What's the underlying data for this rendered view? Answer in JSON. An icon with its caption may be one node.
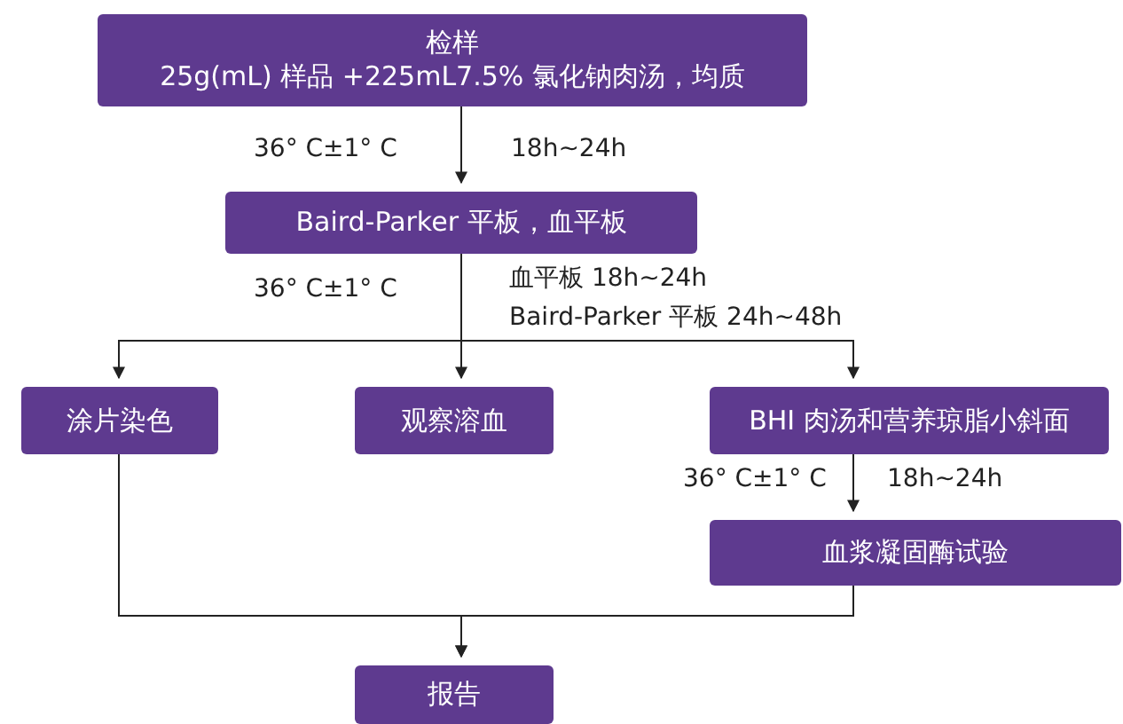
{
  "diagram": {
    "nodes": [
      {
        "text": [
          "检样",
          "25g(mL) 样品 +225mL7.5% 氯化钠肉汤，均质"
        ]
      },
      {
        "text": [
          "Baird-Parker 平板，血平板"
        ]
      },
      {
        "text": [
          "涂片染色"
        ]
      },
      {
        "text": [
          "观察溶血"
        ]
      },
      {
        "text": [
          "BHI 肉汤和营养琼脂小斜面"
        ]
      },
      {
        "text": [
          "血浆凝固酶试验"
        ]
      },
      {
        "text": [
          "报告"
        ]
      }
    ],
    "edges": [
      {
        "from": 0,
        "to": 1,
        "arrow": "to"
      },
      {
        "from": 1,
        "to": 2,
        "arrow": "to"
      },
      {
        "from": 1,
        "to": 3,
        "arrow": "to"
      },
      {
        "from": 1,
        "to": 4,
        "arrow": "to"
      },
      {
        "from": 4,
        "to": 5,
        "arrow": "to"
      },
      {
        "from": 2,
        "to": 6,
        "arrow": "to"
      },
      {
        "from": 5,
        "to": 6,
        "arrow": "to"
      }
    ],
    "labels": [
      "36° C±1° C",
      "18h~24h",
      "36° C±1° C",
      "血平板 18h~24h",
      "Baird-Parker 平板 24h~48h",
      "36° C±1° C",
      "18h~24h"
    ]
  }
}
